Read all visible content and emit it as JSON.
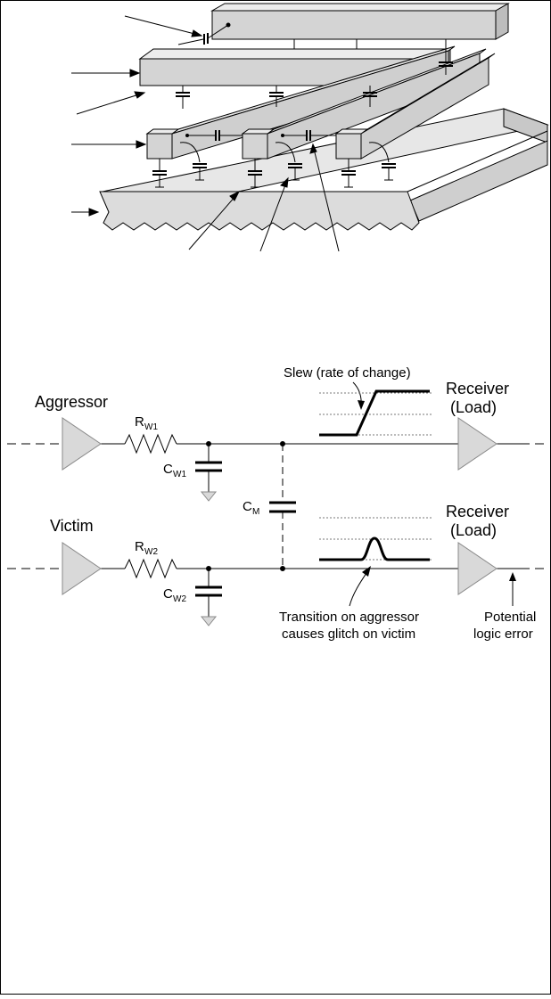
{
  "diagram": {
    "slew_label": "Slew (rate of change)",
    "aggressor_label": "Aggressor",
    "victim_label": "Victim",
    "receiver_top_line1": "Receiver",
    "receiver_top_line2": "(Load)",
    "receiver_bottom_line1": "Receiver",
    "receiver_bottom_line2": "(Load)",
    "rw1_main": "R",
    "rw1_sub": "W1",
    "cw1_main": "C",
    "cw1_sub": "W1",
    "rw2_main": "R",
    "rw2_sub": "W2",
    "cw2_main": "C",
    "cw2_sub": "W2",
    "cm_main": "C",
    "cm_sub": "M",
    "glitch_note_line1": "Transition on aggressor",
    "glitch_note_line2": "causes glitch on victim",
    "logic_note_line1": "Potential",
    "logic_note_line2": "logic error"
  },
  "colors": {
    "wire_fill": "#d4d4d4",
    "wire_top": "#e6e6e6",
    "wire_side": "#bdbdbd",
    "substrate": "#dcdcdc",
    "buffer_fill": "#d9d9d9",
    "stroke": "#000000"
  }
}
